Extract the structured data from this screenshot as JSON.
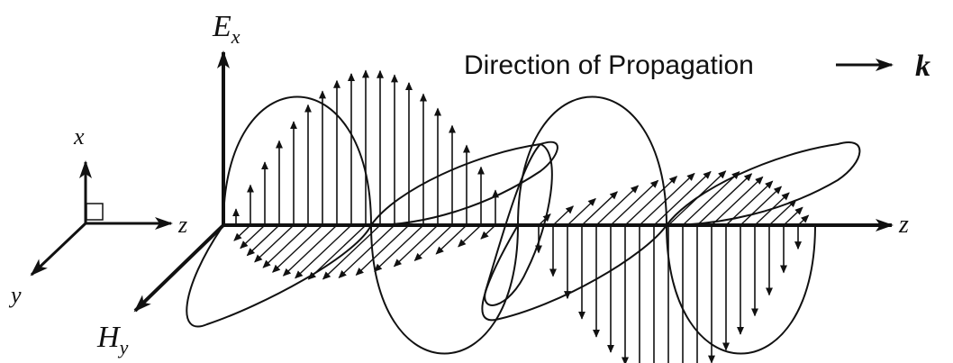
{
  "labels": {
    "e_field_main": "E",
    "e_field_sub": "x",
    "h_field_main": "H",
    "h_field_sub": "y",
    "direction_text": "Direction of Propagation",
    "wave_vector": "k",
    "axis_x": "x",
    "axis_y": "y",
    "axis_z_left": "z",
    "axis_z_right": "z",
    "axis_z_origin": "z"
  },
  "colors": {
    "ink": "#111111",
    "background": "#ffffff"
  }
}
